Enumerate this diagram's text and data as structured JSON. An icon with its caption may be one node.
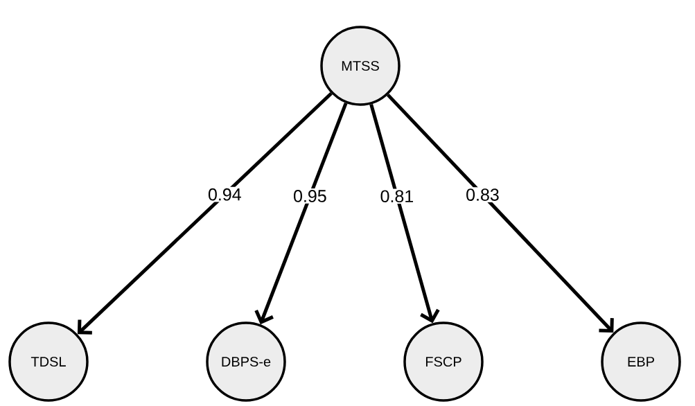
{
  "diagram": {
    "nodes": [
      {
        "text": [
          "MTSS"
        ]
      },
      {
        "text": [
          "TDSL"
        ]
      },
      {
        "text": [
          "DBPS-e"
        ]
      },
      {
        "text": [
          "FSCP"
        ]
      },
      {
        "text": [
          "EBP"
        ]
      }
    ],
    "edges": [
      {
        "from": 0,
        "to": 1,
        "arrow": "to",
        "label": "0.94"
      },
      {
        "from": 0,
        "to": 2,
        "arrow": "to",
        "label": "0.95"
      },
      {
        "from": 0,
        "to": 3,
        "arrow": "to",
        "label": "0.81"
      },
      {
        "from": 0,
        "to": 4,
        "arrow": "to",
        "label": "0.83"
      }
    ]
  }
}
